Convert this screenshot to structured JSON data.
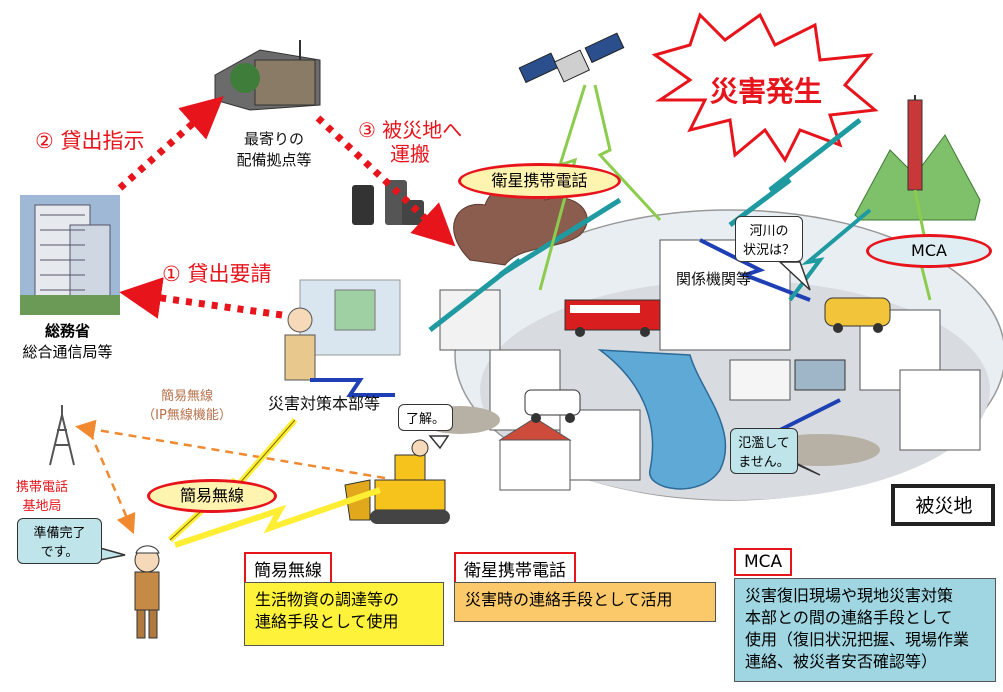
{
  "labels": {
    "step2": "② 貸出指示",
    "depot_line1": "最寄りの",
    "depot_line2": "配備拠点等",
    "step3_line1": "③ 被災地へ",
    "step3_line2": "運搬",
    "step1": "① 貸出要請",
    "ministry_line1": "総務省",
    "ministry_line2": "総合通信局等",
    "hq": "災害対策本部等",
    "simple_radio_ip_line1": "簡易無線",
    "simple_radio_ip_line2": "（IP無線機能）",
    "base_station_line1": "携帯電話",
    "base_station_line2": "基地局",
    "agencies": "関係機関等",
    "disaster": "災害発生",
    "disaster_area": "被災地"
  },
  "bubbles": {
    "ready_line1": "準備完了",
    "ready_line2": "です。",
    "roger": "了解。",
    "river_line1": "河川の",
    "river_line2": "状況は？",
    "flood_line1": "氾濫して",
    "flood_line2": "ません。"
  },
  "ovals": {
    "satellite_phone": "衛星携帯電話",
    "simple_radio": "簡易無線",
    "mca": "MCA"
  },
  "legend": {
    "simple_radio": {
      "title": "簡易無線",
      "desc_line1": "生活物資の調達等の",
      "desc_line2": "連絡手段として使用",
      "color": "#fff23a"
    },
    "satellite_phone": {
      "title": "衛星携帯電話",
      "desc": "災害時の連絡手段として活用",
      "color": "#fbc96a"
    },
    "mca": {
      "title": "MCA",
      "desc_line1": "災害復旧現場や現地災害対策",
      "desc_line2": "本部との間の連絡手段として",
      "desc_line3": "使用（復旧状況把握、現場作業",
      "desc_line4": "連絡、被災者安否確認等）",
      "color": "#9fd6e1"
    }
  },
  "colors": {
    "accent_red": "#e8141c",
    "dotted_arrow": "#e8141c",
    "orange_dash": "#f0892f",
    "lightning_yellow": "#ffee33",
    "lightning_blue": "#1f3fb4",
    "lightning_teal": "#1e9aa0",
    "lightning_green": "#8ccc4c"
  }
}
